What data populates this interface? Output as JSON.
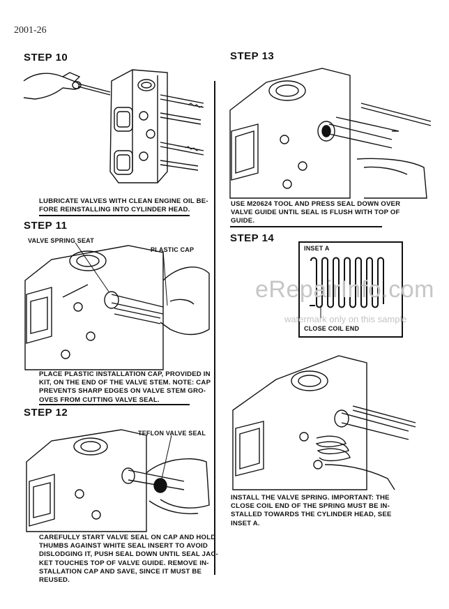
{
  "page_number": "2001-26",
  "steps": {
    "s10": {
      "title": "STEP 10",
      "caption": [
        "LUBRICATE VALVES WITH CLEAN ENGINE OIL BE-",
        "FORE REINSTALLING INTO CYLINDER HEAD."
      ]
    },
    "s11": {
      "title": "STEP 11",
      "label_seat": "VALVE SPRING SEAT",
      "label_cap": "PLASTIC CAP",
      "caption": [
        "PLACE PLASTIC INSTALLATION CAP, PROVIDED IN",
        "KIT, ON THE END OF THE VALVE STEM. NOTE: CAP",
        "PREVENTS SHARP EDGES ON VALVE STEM GRO-",
        "OVES FROM CUTTING VALVE SEAL."
      ]
    },
    "s12": {
      "title": "STEP 12",
      "label_seal": "TEFLON VALVE SEAL",
      "caption": [
        "CAREFULLY START VALVE SEAL ON CAP AND HOLD",
        "THUMBS AGAINST WHITE SEAL INSERT TO AVOID",
        "DISLODGING IT, PUSH SEAL DOWN UNTIL SEAL JAC-",
        "KET TOUCHES TOP OF VALVE GUIDE. REMOVE IN-",
        "STALLATION CAP AND SAVE, SINCE IT MUST BE",
        "REUSED."
      ]
    },
    "s13": {
      "title": "STEP 13",
      "caption": [
        "USE M20624 TOOL AND PRESS SEAL DOWN OVER",
        "VALVE GUIDE UNTIL SEAL IS FLUSH WITH TOP OF",
        "GUIDE."
      ]
    },
    "s14": {
      "title": "STEP 14",
      "inset_title": "INSET A",
      "inset_label": "CLOSE COIL END",
      "caption": [
        "INSTALL THE VALVE SPRING. IMPORTANT: THE",
        "CLOSE COIL END OF THE SPRING MUST BE IN-",
        "STALLED TOWARDS THE CYLINDER HEAD, SEE",
        "INSET A."
      ]
    }
  },
  "watermark": {
    "main": "eRepairInfo.com",
    "sub": "watermark only on this sample"
  }
}
